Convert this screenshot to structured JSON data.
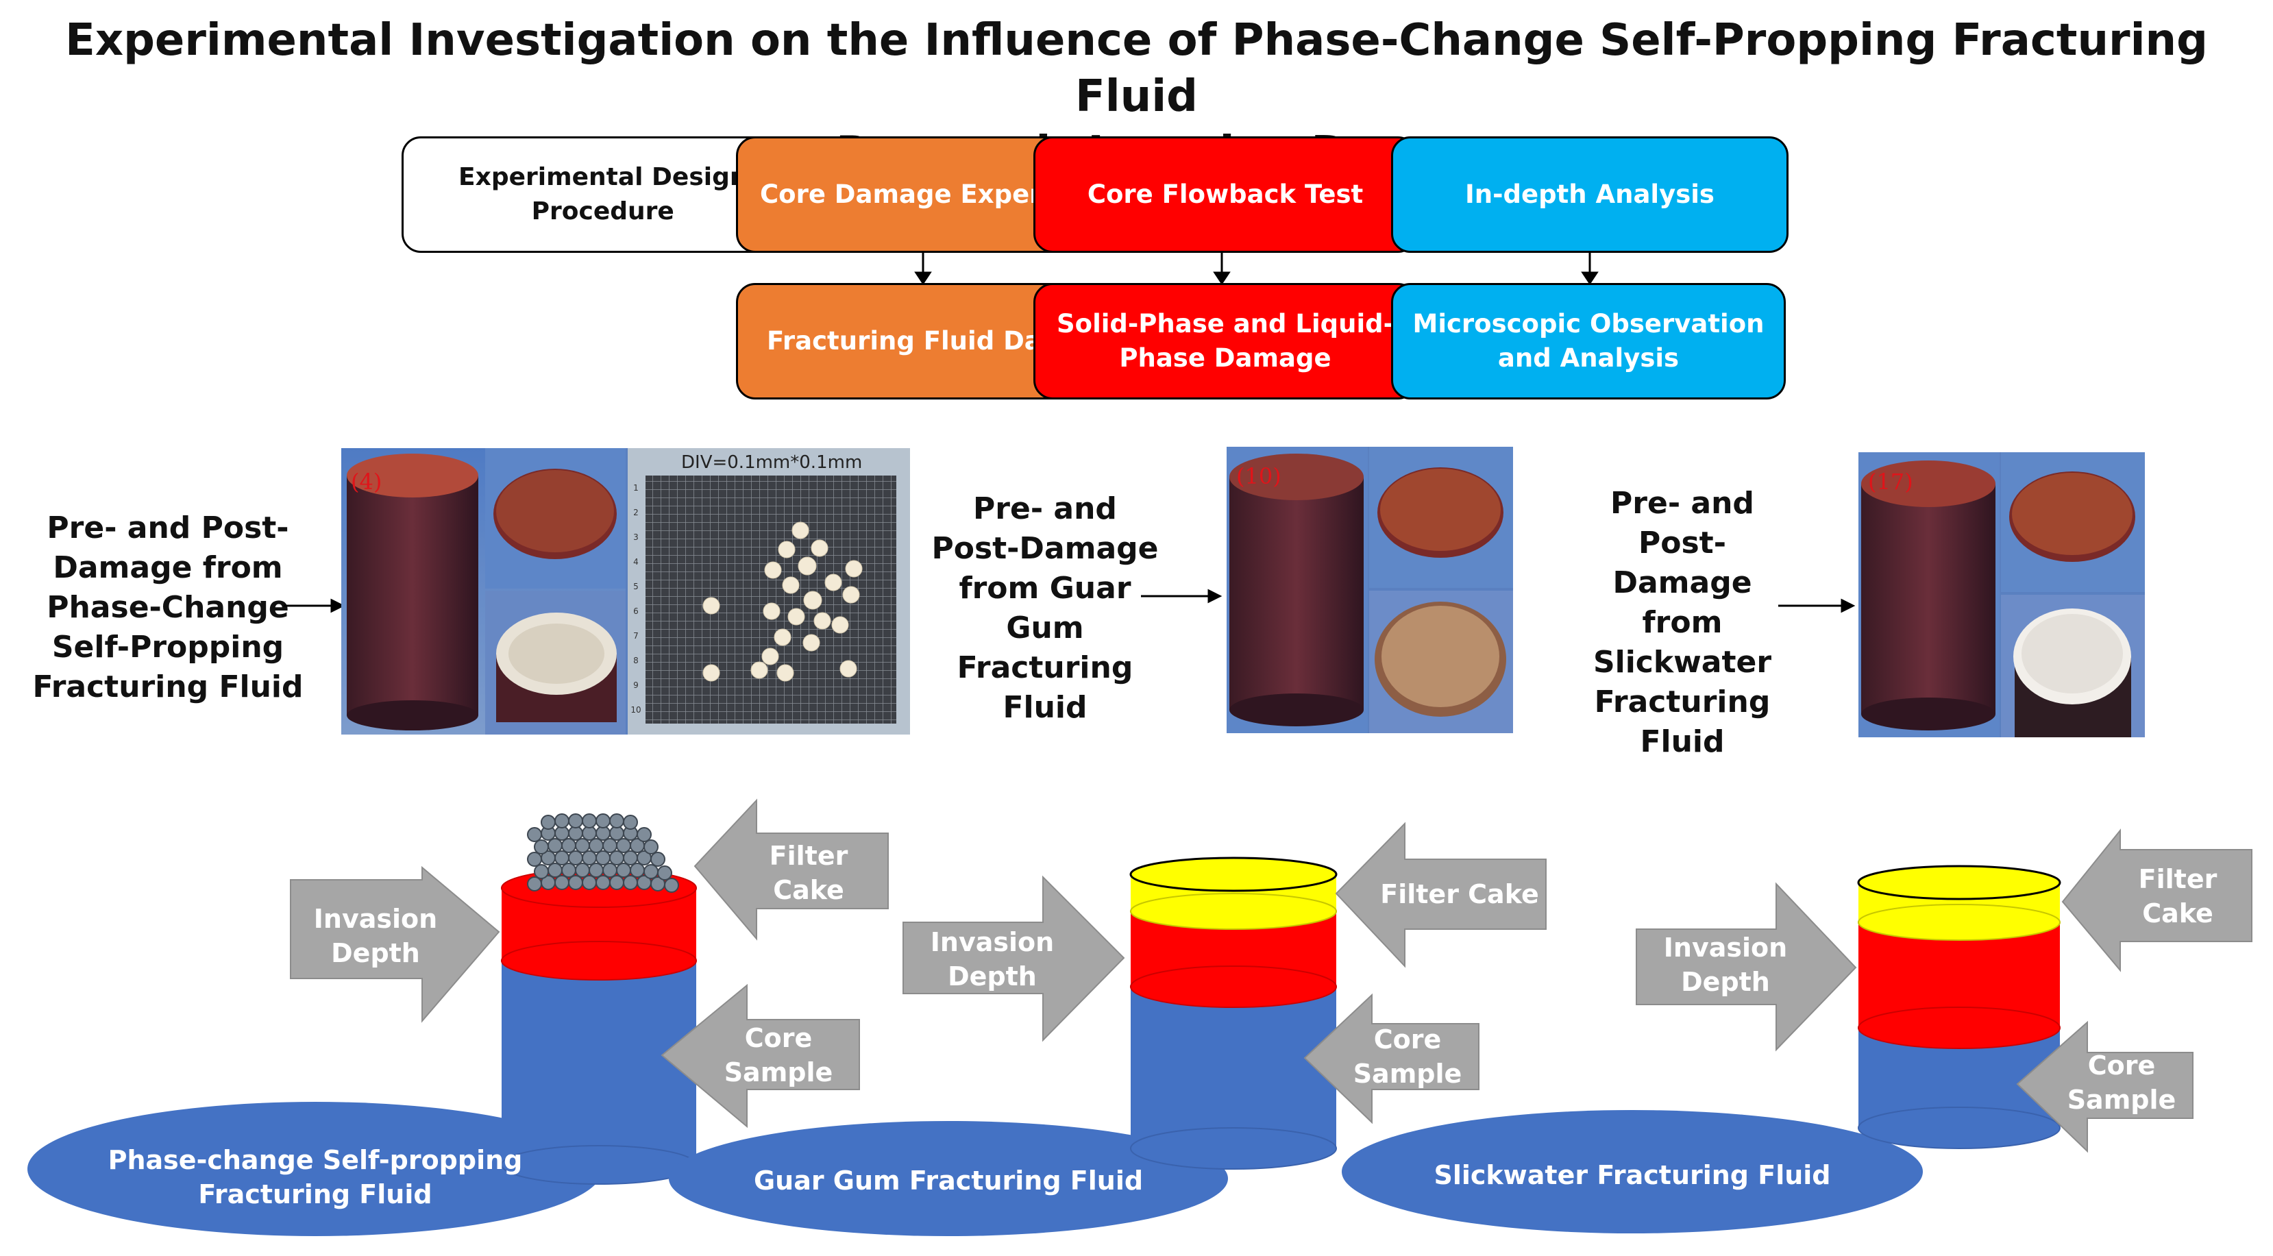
{
  "title": {
    "line1": "Experimental Investigation on the Influence of Phase-Change Self-Propping Fracturing Fluid",
    "line2": "on Reservoir Invasion Damage"
  },
  "flow": {
    "design": {
      "line1": "Experimental Design",
      "line2": "Procedure"
    },
    "top": [
      "Core Damage Experin",
      "Core Flowback Test",
      "In-depth Analysis"
    ],
    "bottom": [
      {
        "line1": "Fracturing Fluid Dam",
        "line2": ""
      },
      {
        "line1": "Solid-Phase and Liquid-",
        "line2": "Phase Damage"
      },
      {
        "line1": "Microscopic Observation",
        "line2": "and Analysis"
      }
    ],
    "colors": {
      "orange": "#ed7d31",
      "red": "#ff0000",
      "blue": "#00b0f0"
    }
  },
  "photos": {
    "group1": {
      "label": [
        "Pre- and Post-",
        "Damage from",
        "Phase-Change",
        "Self-Propping",
        "Fracturing Fluid"
      ],
      "tag": "(4)",
      "grid_caption": "DIV=0.1mm*0.1mm",
      "grid_ticks": [
        "1",
        "2",
        "3",
        "4",
        "5",
        "6",
        "7",
        "8",
        "9",
        "10"
      ]
    },
    "group2": {
      "label": [
        "Pre- and",
        "Post-Damage",
        "from Guar",
        "Gum",
        "Fracturing",
        "Fluid"
      ],
      "tag": "(10)"
    },
    "group3": {
      "label": [
        "Pre- and",
        "Post-Damage",
        "from",
        "Slickwater",
        "Fracturing",
        "Fluid"
      ],
      "tag": "(17)"
    }
  },
  "schematics": [
    {
      "base": [
        "Phase-change Self-propping",
        "Fracturing Fluid"
      ],
      "invasion": [
        "Invasion",
        "Depth"
      ],
      "filter": [
        "Filter",
        "Cake"
      ],
      "core": [
        "Core",
        "Sample"
      ]
    },
    {
      "base": [
        "Guar Gum Fracturing Fluid"
      ],
      "invasion": [
        "Invasion",
        "Depth"
      ],
      "filter": [
        "Filter Cake"
      ],
      "core": [
        "Core",
        "Sample"
      ]
    },
    {
      "base": [
        "Slickwater Fracturing Fluid"
      ],
      "invasion": [
        "Invasion",
        "Depth"
      ],
      "filter": [
        "Filter",
        "Cake"
      ],
      "core": [
        "Core",
        "Sample"
      ]
    }
  ],
  "palette": {
    "core_blue": "#4472c4",
    "invasion_red": "#ff0000",
    "filter_yellow": "#ffff00",
    "arrow_gray": "#a6a6a6",
    "bead_gray": "#7f8c99"
  }
}
